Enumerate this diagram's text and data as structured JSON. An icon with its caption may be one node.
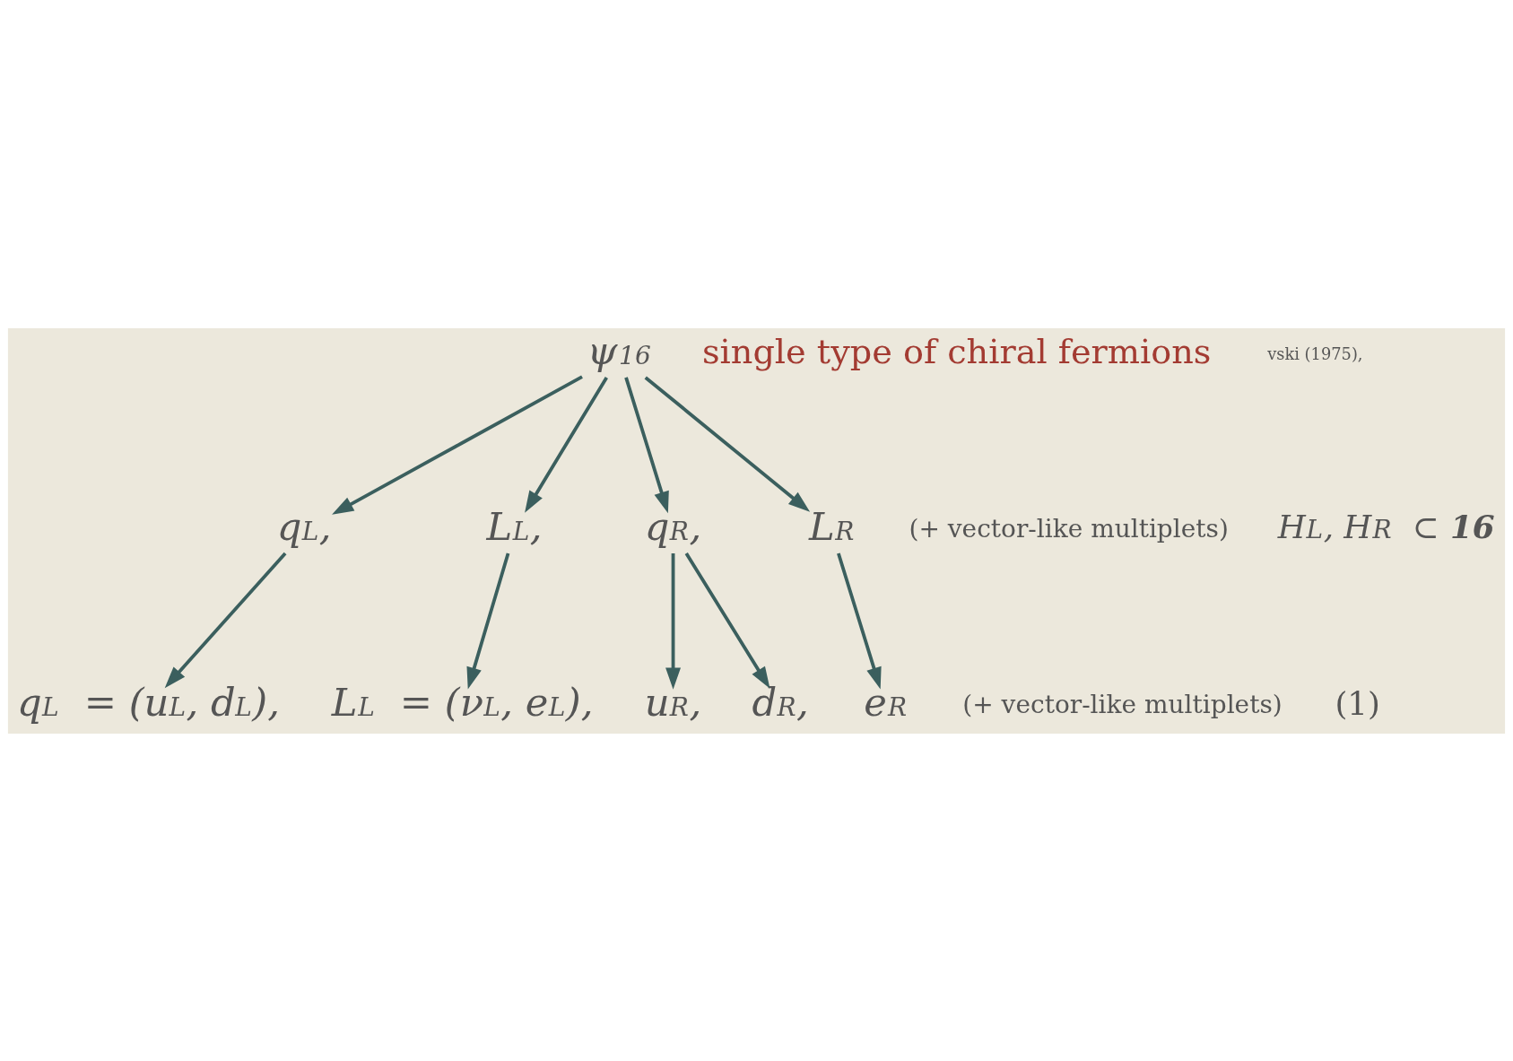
{
  "diagram": {
    "nodes": [
      {
        "text": [
          "ψ$_{16}$"
        ]
      },
      {
        "text": [
          "q$_{L}$,"
        ]
      },
      {
        "text": [
          "L$_{L}$,"
        ]
      },
      {
        "text": [
          "q$_{R}$,"
        ]
      },
      {
        "text": [
          "L$_{R}$"
        ]
      },
      {
        "text": [
          "q$_{L}$ = (u$_{L}$, d$_{L}$),"
        ]
      },
      {
        "text": [
          "L$_{L}$ = (ν$_{L}$, e$_{L}$),"
        ]
      },
      {
        "text": [
          "u$_{R}$,"
        ]
      },
      {
        "text": [
          "d$_{R}$,"
        ]
      },
      {
        "text": [
          "e$_{R}$"
        ]
      }
    ],
    "edges": [
      {
        "from": 0,
        "to": 1,
        "arrow": "to"
      },
      {
        "from": 0,
        "to": 2,
        "arrow": "to"
      },
      {
        "from": 0,
        "to": 3,
        "arrow": "to"
      },
      {
        "from": 0,
        "to": 4,
        "arrow": "to"
      },
      {
        "from": 1,
        "to": 5,
        "arrow": "to"
      },
      {
        "from": 2,
        "to": 6,
        "arrow": "to"
      },
      {
        "from": 3,
        "to": 7,
        "arrow": "to"
      },
      {
        "from": 3,
        "to": 8,
        "arrow": "to"
      },
      {
        "from": 4,
        "to": 9,
        "arrow": "to"
      }
    ],
    "labels": [
      "single type of chiral fermions",
      "vski (1975),",
      "(+ vector-like multiplets)",
      "H$_{L}$, H$_{R}$ ⊂ **16**",
      "(+ vector-like multiplets)",
      "(1)"
    ]
  }
}
